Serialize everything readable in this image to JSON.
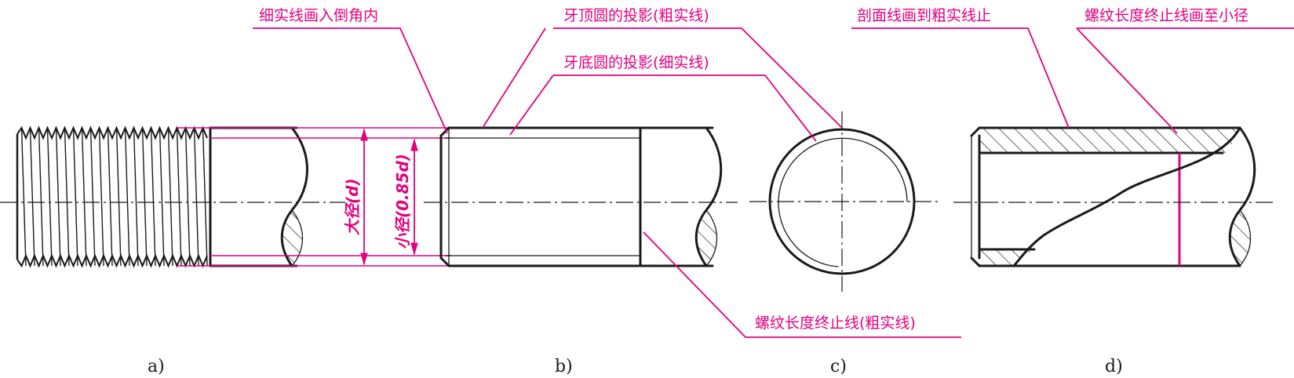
{
  "labels": {
    "chamfer_thin_line": "细实线画入倒角内",
    "crest_projection": "牙顶圆的投影(粗实线)",
    "root_projection": "牙底圆的投影(细实线)",
    "section_line": "剖面线画到粗实线止",
    "thread_end_minor": "螺纹长度终止线画至小径",
    "thread_end_line": "螺纹长度终止线(粗实线)"
  },
  "dimensions": {
    "major": "大径(d)",
    "minor": "小径(0.85d)"
  },
  "captions": {
    "a": "a)",
    "b": "b)",
    "c": "c)",
    "d": "d)"
  },
  "colors": {
    "annotation": "#e3007f",
    "outline": "#1a1a1a"
  }
}
